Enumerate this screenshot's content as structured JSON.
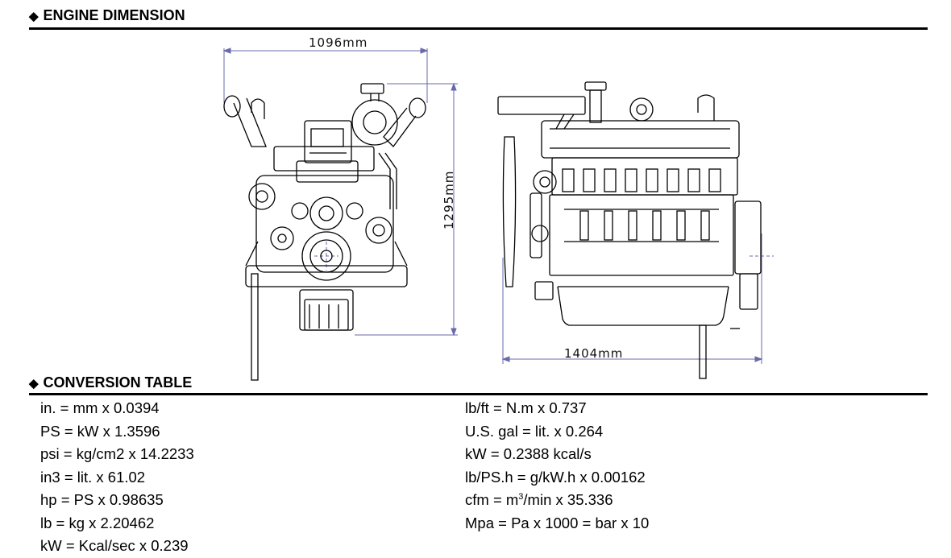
{
  "headers": {
    "engine_dimension": "ENGINE DIMENSION",
    "conversion_table": "CONVERSION TABLE",
    "bullet": "◆"
  },
  "dimensions": {
    "width": "1096mm",
    "height": "1295mm",
    "length": "1404mm"
  },
  "conversions": {
    "left": [
      "in. = mm x 0.0394",
      "PS = kW x 1.3596",
      "psi = kg/cm2 x 14.2233",
      "in3 = lit. x 61.02",
      "hp = PS x 0.98635",
      "lb = kg x 2.20462",
      "kW = Kcal/sec x 0.239"
    ],
    "right": [
      "lb/ft = N.m x 0.737",
      "U.S. gal = lit. x 0.264",
      "kW = 0.2388 kcal/s",
      "lb/PS.h = g/kW.h x 0.00162",
      {
        "pre": "cfm = m",
        "sup": "3",
        "post": "/min x 35.336"
      },
      "Mpa = Pa x 1000 = bar x 10"
    ]
  },
  "colors": {
    "dimension_line": "#6a6aa8",
    "drawing_line": "#000000"
  },
  "icons": {
    "bullet": "diamond-bullet-icon",
    "front_view": "engine-front-view-drawing",
    "side_view": "engine-side-view-drawing"
  }
}
